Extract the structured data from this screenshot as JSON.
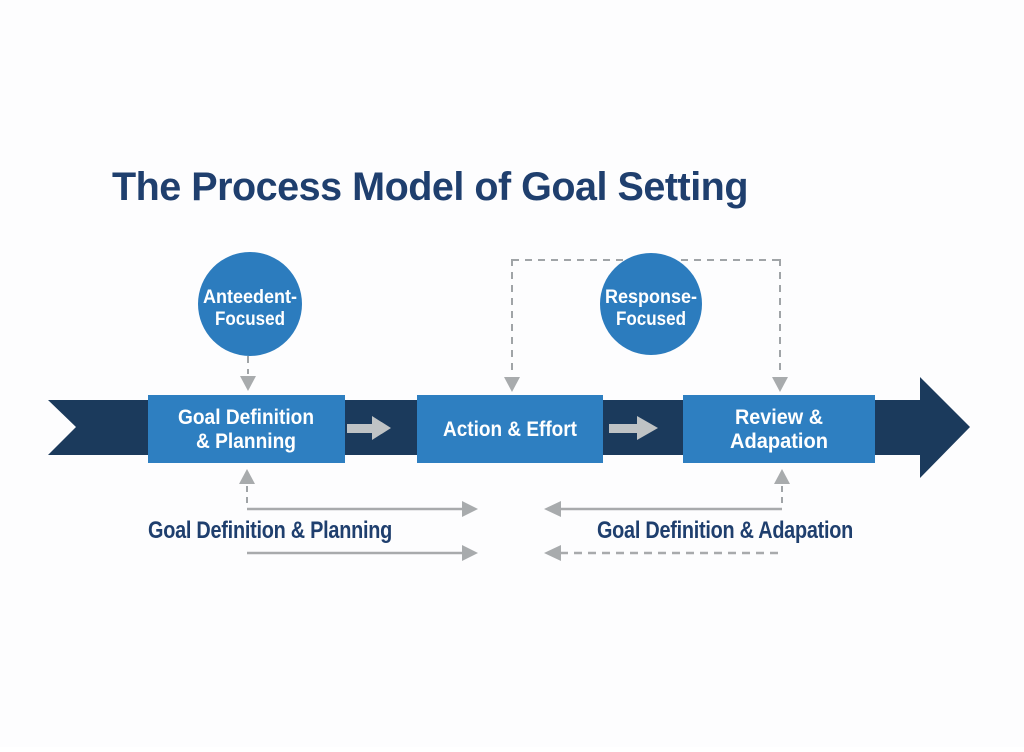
{
  "title": "The Process Model of Goal Setting",
  "colors": {
    "background": "#fdfdfe",
    "band_navy": "#1b3a5c",
    "box_blue": "#2e7fc1",
    "circle_blue": "#2c7cbe",
    "title_navy": "#1f3f6e",
    "label_navy": "#1f3f6e",
    "box_text": "#ffffff",
    "band_arrow_gray": "#bfc3c5",
    "line_gray": "#a8aaac",
    "dash_gray": "#a0a4a7",
    "arrowhead_gray": "#a8abad"
  },
  "phase_circles": [
    {
      "lines": [
        "Anteedent-",
        "Focused"
      ]
    },
    {
      "lines": [
        "Response-",
        "Focused"
      ]
    }
  ],
  "stages": [
    {
      "lines": [
        "Goal Definition",
        "& Planning"
      ]
    },
    {
      "lines": [
        "Action & Effort"
      ]
    },
    {
      "lines": [
        "Review &",
        "Adapation"
      ]
    }
  ],
  "feedback_labels": [
    {
      "text": "Goal Definition & Planning"
    },
    {
      "text": "Goal Definition & Adapation"
    }
  ]
}
